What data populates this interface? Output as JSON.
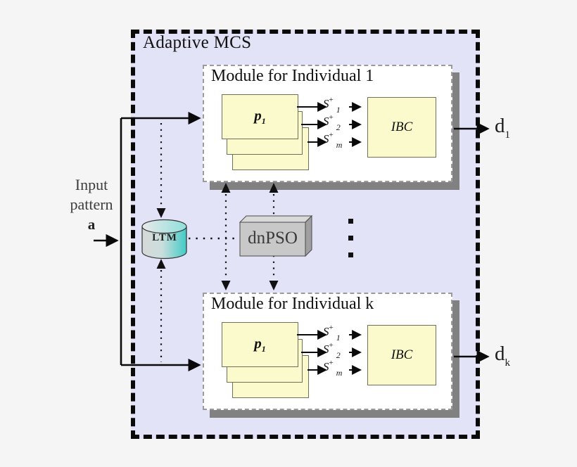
{
  "title": "Adaptive MCS",
  "input": {
    "lines": [
      "Input",
      "pattern",
      "a"
    ]
  },
  "ltm": {
    "label": "LTM"
  },
  "dnpso": {
    "label": "dnPSO"
  },
  "modules": [
    {
      "title": "Module for Individual 1",
      "pool": {
        "base": "p",
        "sub": "1"
      },
      "signals": [
        {
          "base": "S",
          "sup": "+",
          "sub": "1"
        },
        {
          "base": "S",
          "sup": "+",
          "sub": "2"
        },
        {
          "base": "S",
          "sup": "+",
          "sub": "m"
        }
      ],
      "classifier_label": "IBC",
      "output": {
        "base": "d",
        "sub": "1"
      }
    },
    {
      "title": "Module for Individual k",
      "pool": {
        "base": "p",
        "sub": "1"
      },
      "signals": [
        {
          "base": "S",
          "sup": "+",
          "sub": "1"
        },
        {
          "base": "S",
          "sup": "+",
          "sub": "2"
        },
        {
          "base": "S",
          "sup": "+",
          "sub": "m"
        }
      ],
      "classifier_label": "IBC",
      "output": {
        "base": "d",
        "sub": "k"
      }
    }
  ],
  "colors": {
    "background": "#f5f5f5",
    "outer_fill": "#e3e3f7",
    "outer_border": "#0a0a0a",
    "module_fill": "#ffffff",
    "module_border": "#9b9b9b",
    "module_shadow": "#818181",
    "box_yellow": "#fafacd",
    "box_yellow_border": "#70705a",
    "ltm_teal": "#43cbc6",
    "ltm_gray": "#d8d8d8",
    "dnpso_gray": "#c8c8c8"
  }
}
